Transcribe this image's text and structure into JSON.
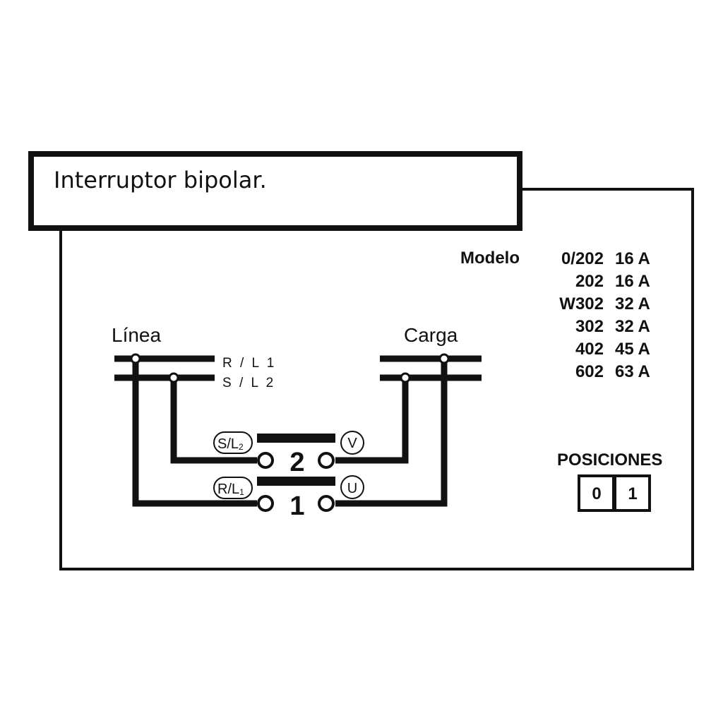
{
  "title": "Interruptor bipolar.",
  "linea_label": "Línea",
  "carga_label": "Carga",
  "bus_labels": {
    "rl1": "R / L 1",
    "sl2": "S / L 2"
  },
  "terminals": {
    "sl2_main": "S/L",
    "sl2_sub": "2",
    "rl1_main": "R/L",
    "rl1_sub": "1",
    "v": "V",
    "u": "U",
    "pole2": "2",
    "pole1": "1"
  },
  "modelo_label": "Modelo",
  "models": [
    {
      "model": "0/202",
      "current": "16 A"
    },
    {
      "model": "202",
      "current": "16 A"
    },
    {
      "model": "W302",
      "current": "32 A"
    },
    {
      "model": "302",
      "current": "32 A"
    },
    {
      "model": "402",
      "current": "45 A"
    },
    {
      "model": "602",
      "current": "63 A"
    }
  ],
  "positions_label": "POSICIONES",
  "positions": [
    "0",
    "1"
  ]
}
